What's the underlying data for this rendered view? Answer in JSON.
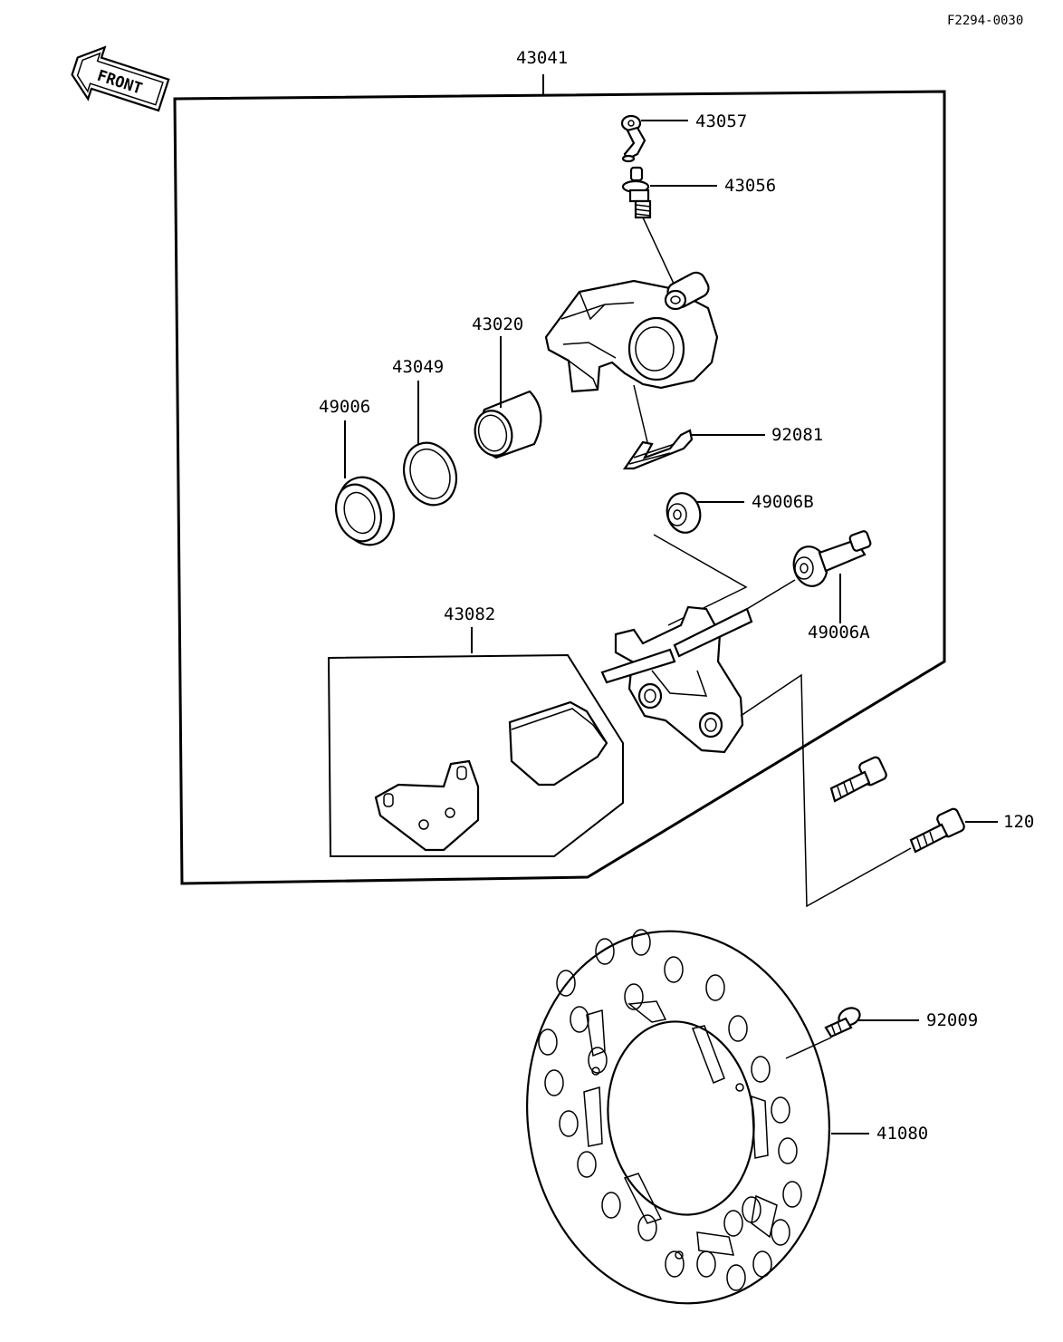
{
  "figure_code": "F2294-0030",
  "front_indicator": "FRONT",
  "parts": [
    {
      "id": "assembly",
      "label": "43041"
    },
    {
      "id": "cap",
      "label": "43057"
    },
    {
      "id": "bleeder",
      "label": "43056"
    },
    {
      "id": "piston",
      "label": "43020"
    },
    {
      "id": "oring",
      "label": "43049"
    },
    {
      "id": "dustseal",
      "label": "49006"
    },
    {
      "id": "spring",
      "label": "92081"
    },
    {
      "id": "boot-b",
      "label": "49006B"
    },
    {
      "id": "boot-a",
      "label": "49006A"
    },
    {
      "id": "pads",
      "label": "43082"
    },
    {
      "id": "bolt",
      "label": "120"
    },
    {
      "id": "screw",
      "label": "92009"
    },
    {
      "id": "disc",
      "label": "41080"
    }
  ]
}
